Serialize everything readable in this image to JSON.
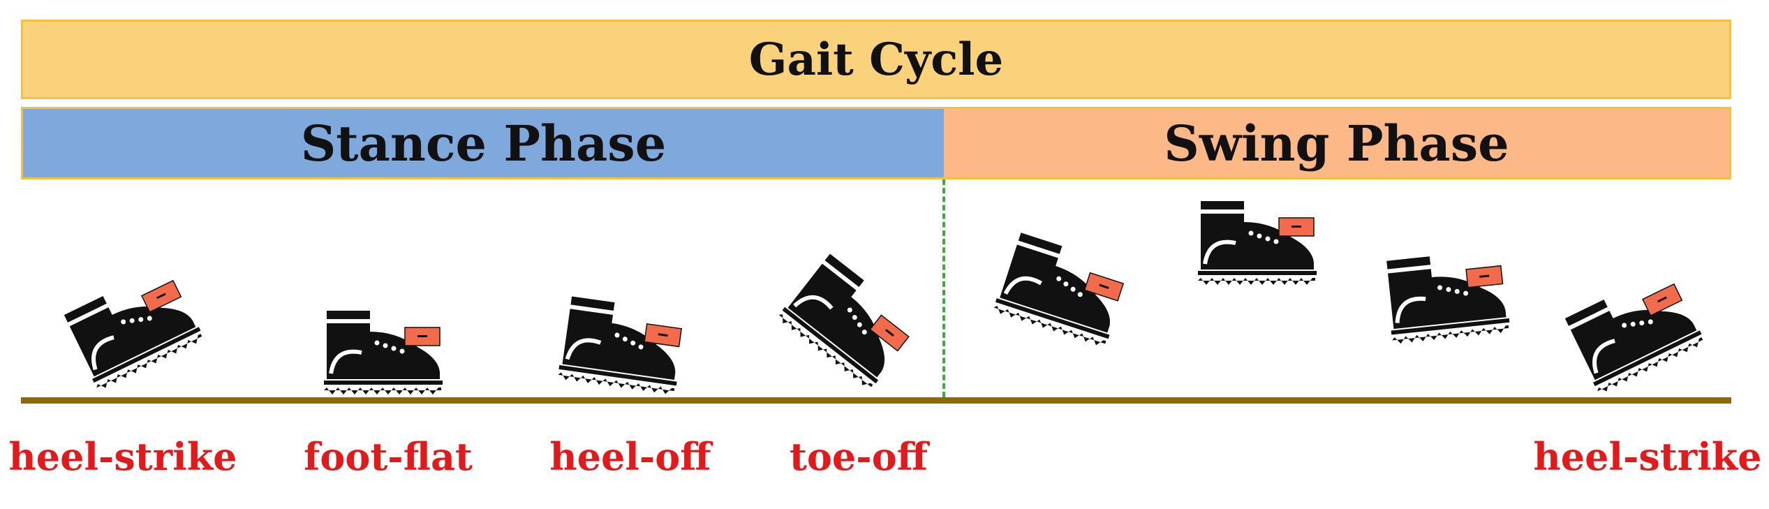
{
  "diagram": {
    "title": "Gait Cycle",
    "phases": {
      "stance": "Stance Phase",
      "swing": "Swing Phase"
    },
    "events": [
      "heel-strike",
      "foot-flat",
      "heel-off",
      "toe-off",
      "heel-strike"
    ],
    "colors": {
      "gait_cycle_bar": "#fbd27c",
      "stance_bar": "#7fa9dc",
      "swing_bar": "#fdb887",
      "bar_border": "#f3c043",
      "divider": "#3dab3d",
      "ground": "#8d6a00",
      "event_label": "#e31a1c",
      "boot": "#111111",
      "boot_tag": "#f26b4a"
    },
    "icons": [
      "boot-icon-heel-strike",
      "boot-icon-foot-flat",
      "boot-icon-heel-off",
      "boot-icon-toe-off",
      "boot-icon-swing-early",
      "boot-icon-swing-mid",
      "boot-icon-swing-late",
      "boot-icon-heel-strike-end"
    ]
  }
}
